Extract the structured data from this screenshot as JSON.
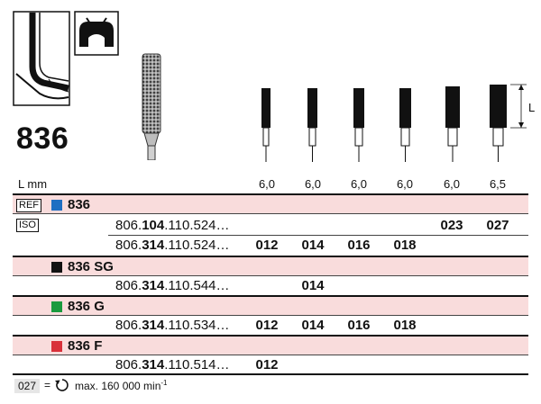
{
  "product": {
    "code": "836"
  },
  "header": {
    "lmm_label": "L mm",
    "length_values": [
      "6,0",
      "6,0",
      "6,0",
      "6,0",
      "6,0",
      "6,5"
    ],
    "dimension_label": "L"
  },
  "labels": {
    "ref": "REF",
    "iso": "ISO"
  },
  "groups": [
    {
      "name": "836",
      "color": "#1f6fc2"
    },
    {
      "name": "836 SG",
      "color": "#111111"
    },
    {
      "name": "836 G",
      "color": "#1a9a3e"
    },
    {
      "name": "836 F",
      "color": "#d9303a"
    }
  ],
  "rows": [
    {
      "prefix_a": "806.",
      "prefix_b": "104",
      "prefix_c": ".110.524…",
      "sizes": [
        "",
        "",
        "",
        "",
        "023",
        "027"
      ]
    },
    {
      "prefix_a": "806.",
      "prefix_b": "314",
      "prefix_c": ".110.524…",
      "sizes": [
        "012",
        "014",
        "016",
        "018",
        "",
        ""
      ]
    },
    {
      "prefix_a": "806.",
      "prefix_b": "314",
      "prefix_c": ".110.544…",
      "sizes": [
        "",
        "014",
        "",
        "",
        "",
        ""
      ]
    },
    {
      "prefix_a": "806.",
      "prefix_b": "314",
      "prefix_c": ".110.534…",
      "sizes": [
        "012",
        "014",
        "016",
        "018",
        "",
        ""
      ]
    },
    {
      "prefix_a": "806.",
      "prefix_b": "314",
      "prefix_c": ".110.514…",
      "sizes": [
        "012",
        "",
        "",
        "",
        "",
        ""
      ]
    }
  ],
  "footer": {
    "code": "027",
    "equals": "=",
    "text": "max. 160 000 min",
    "superscript": "-1",
    "icon": "rotation-icon"
  }
}
